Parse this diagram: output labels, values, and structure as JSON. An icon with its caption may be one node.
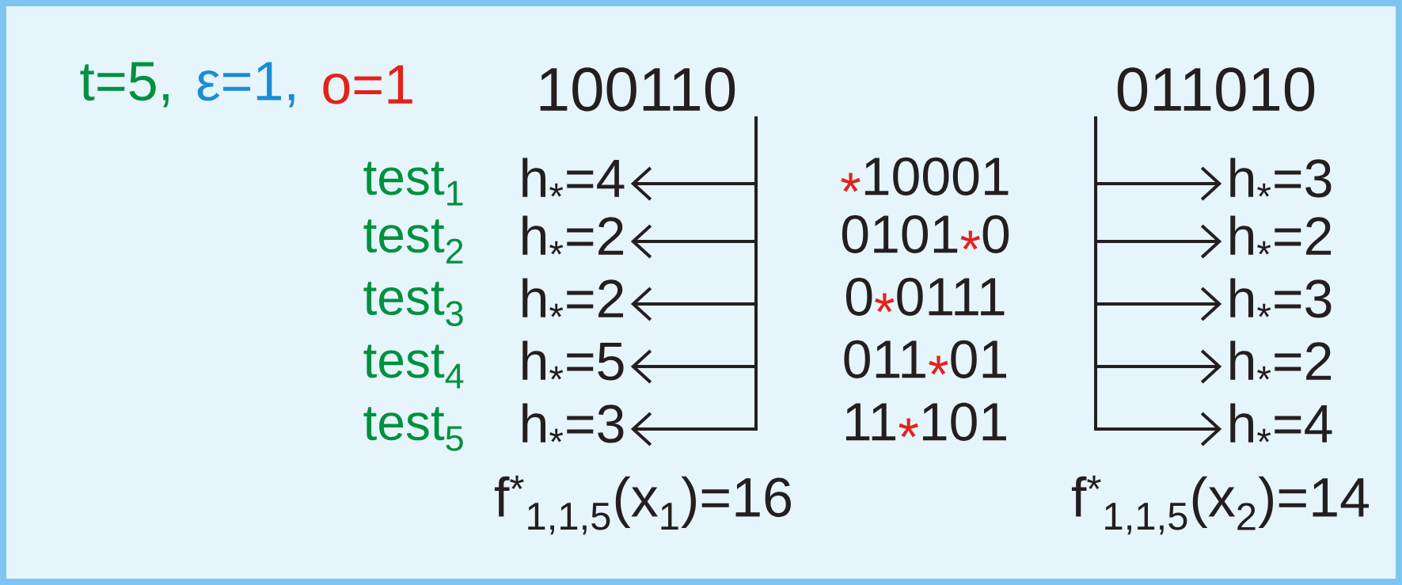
{
  "diagram": {
    "nodes": [
      {
        "text": [
          "100110"
        ]
      },
      {
        "text": [
          "011010"
        ]
      },
      {
        "text": [
          "h$_{*}$=4"
        ]
      },
      {
        "text": [
          "h$_{*}$=2"
        ]
      },
      {
        "text": [
          "h$_{*}$=2"
        ]
      },
      {
        "text": [
          "h$_{*}$=5"
        ]
      },
      {
        "text": [
          "h$_{*}$=3"
        ]
      },
      {
        "text": [
          "h$_{*}$=3"
        ]
      },
      {
        "text": [
          "h$_{*}$=2"
        ]
      },
      {
        "text": [
          "h$_{*}$=3"
        ]
      },
      {
        "text": [
          "h$_{*}$=2"
        ]
      },
      {
        "text": [
          "h$_{*}$=4"
        ]
      }
    ],
    "edges": [
      {
        "from": 0,
        "to": 2,
        "arrow": "to"
      },
      {
        "from": 0,
        "to": 3,
        "arrow": "to"
      },
      {
        "from": 0,
        "to": 4,
        "arrow": "to"
      },
      {
        "from": 0,
        "to": 5,
        "arrow": "to"
      },
      {
        "from": 0,
        "to": 6,
        "arrow": "to"
      },
      {
        "from": 1,
        "to": 7,
        "arrow": "to"
      },
      {
        "from": 1,
        "to": 8,
        "arrow": "to"
      },
      {
        "from": 1,
        "to": 9,
        "arrow": "to"
      },
      {
        "from": 1,
        "to": 10,
        "arrow": "to"
      },
      {
        "from": 1,
        "to": 11,
        "arrow": "to"
      }
    ],
    "labels": [
      "t=5,",
      "ε=1,",
      "o=1",
      "test$_{1}$",
      "test$_{2}$",
      "test$_{3}$",
      "test$_{4}$",
      "test$_{5}$",
      "*10001",
      "0101*0",
      "0*0111",
      "011*01",
      "11*101",
      "f$^{*}$$_{1,1,5}$(x$_{1}$)=16",
      "f$^{*}$$_{1,1,5}$(x$_{2}$)=14"
    ]
  }
}
